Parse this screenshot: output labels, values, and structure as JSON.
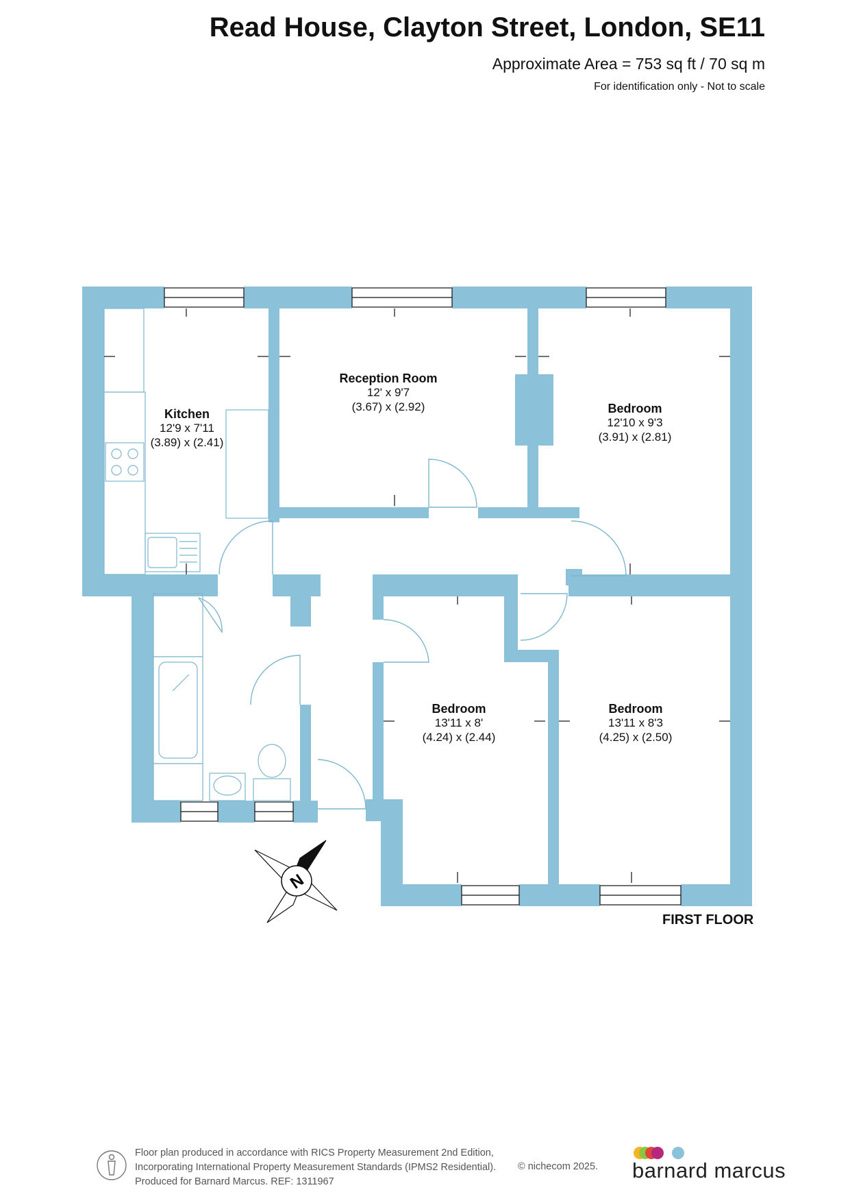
{
  "header": {
    "title": "Read House, Clayton Street, London, SE11",
    "area": "Approximate Area = 753 sq ft / 70 sq m",
    "note": "For identification only - Not to scale"
  },
  "rooms": [
    {
      "name": "Kitchen",
      "dim_imperial": "12'9 x 7'11",
      "dim_metric": "(3.89) x (2.41)"
    },
    {
      "name": "Reception Room",
      "dim_imperial": "12' x 9'7",
      "dim_metric": "(3.67) x (2.92)"
    },
    {
      "name": "Bedroom",
      "dim_imperial": "12'10 x 9'3",
      "dim_metric": "(3.91) x (2.81)"
    },
    {
      "name": "Bedroom",
      "dim_imperial": "13'11 x 8'",
      "dim_metric": "(4.24) x (2.44)"
    },
    {
      "name": "Bedroom",
      "dim_imperial": "13'11 x 8'3",
      "dim_metric": "(4.25) x (2.50)"
    }
  ],
  "compass": {
    "letter": "N"
  },
  "floor_label": "FIRST FLOOR",
  "footer": {
    "line1": "Floor plan produced in accordance with RICS Property Measurement 2nd Edition,",
    "line2": "Incorporating International Property Measurement Standards (IPMS2 Residential).",
    "line3": "Produced for Barnard Marcus.   REF:  1311967",
    "copyright": "© nichecom 2025."
  },
  "brand": {
    "name": "barnard marcus"
  },
  "colors": {
    "wall": "#8cc1da",
    "fixture": "#7fb6cf",
    "brand_dots": [
      "#f5b325",
      "#8dc63f",
      "#e0473c",
      "#b5287b",
      "#8cc1da"
    ]
  }
}
